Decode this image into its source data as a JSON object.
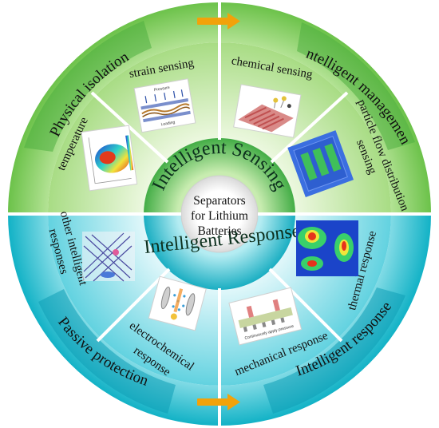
{
  "center": {
    "lines": [
      "Separators",
      "for Lithium",
      "Batteries"
    ]
  },
  "inner_ring": {
    "top": "Intelligent Sensing",
    "bottom": "Intelligent Response"
  },
  "outer_ring": {
    "top_left": "Physical isolation",
    "top_right": "Intelligent management",
    "bottom_left": "Passive protection",
    "bottom_right": "Intelligent response"
  },
  "segments": {
    "strain": "strain sensing",
    "chemical": "chemical sensing",
    "temperature": "temperature",
    "particle_line1": "particle flow distribution",
    "particle_line2": "sensing",
    "other_line1": "other intelligent",
    "other_line2": "responses",
    "thermal": "thermal response",
    "electro_line1": "electrochemical",
    "electro_line2": "response",
    "mechanical": "mechanical response"
  },
  "figure_labels": {
    "strain_top": "Pressure",
    "strain_bottom": "Loading",
    "mechanical_caption": "Continuously apply pressure"
  },
  "colors": {
    "green_outer": "#8dd06b",
    "green_mid": "#b9e39e",
    "blue_outer": "#2fbfd0",
    "blue_mid": "#7fdbe6",
    "arrow": "#f2a20a"
  }
}
